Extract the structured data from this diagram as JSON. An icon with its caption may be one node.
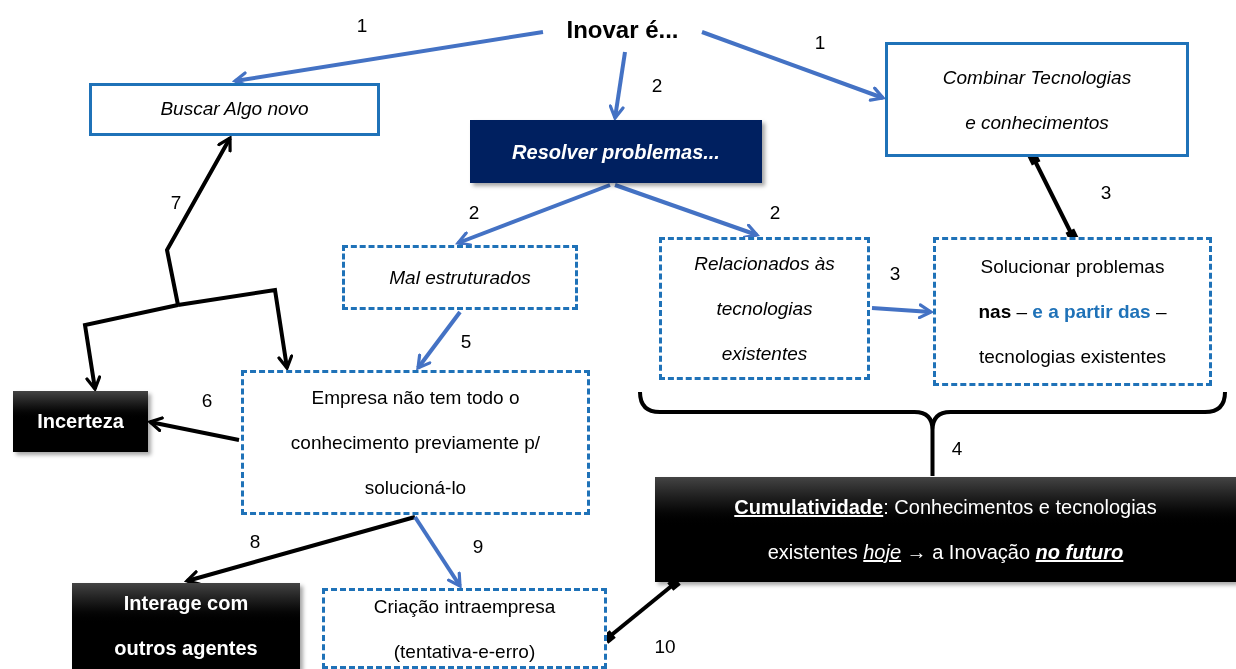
{
  "diagram": {
    "nodes": [
      {
        "text": [
          "Inovar é..."
        ]
      },
      {
        "text": [
          "Buscar Algo novo"
        ]
      },
      {
        "text": [
          "Combinar Tecnologias e conhecimentos"
        ]
      },
      {
        "text": [
          "Resolver problemas..."
        ]
      },
      {
        "text": [
          "Mal estruturados"
        ]
      },
      {
        "text": [
          "Relacionados às tecnologias existentes"
        ]
      },
      {
        "text": [
          "Solucionar problemas **nas** – **e a partir das** – tecnologias existentes"
        ]
      },
      {
        "text": [
          "Empresa não tem todo o conhecimento previamente p/ solucioná-lo"
        ]
      },
      {
        "text": [
          "Incerteza"
        ]
      },
      {
        "text": [
          "Interage com outros agentes"
        ]
      },
      {
        "text": [
          "Criação intraempresa (tentativa-e-erro)"
        ]
      },
      {
        "text": [
          "**Cumulatividade**: Conhecimentos e tecnologias existentes *hoje* → a Inovação **no futuro**"
        ]
      }
    ],
    "edges": [
      {
        "from": 0,
        "to": 1,
        "arrow": "to",
        "label": "1",
        "color": "#4472c4"
      },
      {
        "from": 0,
        "to": 2,
        "arrow": "to",
        "label": "1",
        "color": "#4472c4"
      },
      {
        "from": 0,
        "to": 3,
        "arrow": "to",
        "label": "2",
        "color": "#4472c4"
      },
      {
        "from": 3,
        "to": 4,
        "arrow": "to",
        "label": "2",
        "color": "#4472c4"
      },
      {
        "from": 3,
        "to": 5,
        "arrow": "to",
        "label": "2",
        "color": "#4472c4"
      },
      {
        "from": 2,
        "to": 6,
        "arrow": "other",
        "label": "3",
        "color": "#000000"
      },
      {
        "from": 5,
        "to": 6,
        "arrow": "to",
        "label": "3",
        "color": "#4472c4"
      },
      {
        "from": 5,
        "to": 11,
        "arrow": "none",
        "label": "4",
        "color": "#000000"
      },
      {
        "from": 6,
        "to": 11,
        "arrow": "none",
        "color": "#000000"
      },
      {
        "from": 4,
        "to": 7,
        "arrow": "to",
        "label": "5",
        "color": "#4472c4"
      },
      {
        "from": 7,
        "to": 8,
        "arrow": "to",
        "label": "6",
        "color": "#000000"
      },
      {
        "from": null,
        "to": 1,
        "arrow": "to",
        "label": "7",
        "color": "#000000"
      },
      {
        "from": null,
        "to": 8,
        "arrow": "to",
        "color": "#000000"
      },
      {
        "from": null,
        "to": 7,
        "arrow": "to",
        "color": "#000000"
      },
      {
        "from": 7,
        "to": 9,
        "arrow": "to",
        "label": "8",
        "color": "#000000"
      },
      {
        "from": 7,
        "to": 10,
        "arrow": "to",
        "label": "9",
        "color": "#4472c4"
      },
      {
        "from": 10,
        "to": 11,
        "arrow": "other",
        "label": "10",
        "color": "#000000"
      }
    ]
  }
}
